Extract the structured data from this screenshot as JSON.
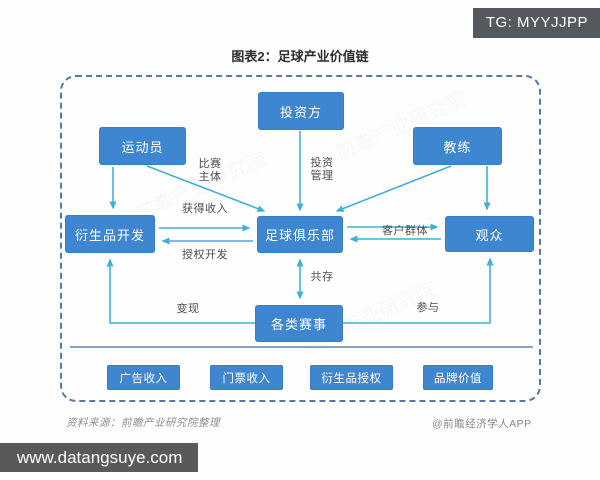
{
  "badge": {
    "text": "TG: MYYJJPP"
  },
  "title": "图表2：足球产业价值链",
  "diagram": {
    "nodes": {
      "investor": "投资方",
      "athlete": "运动员",
      "coach": "教练",
      "derivatives_dev": "衍生品开发",
      "football_club": "足球俱乐部",
      "audience": "观众",
      "events": "各类赛事",
      "ad_revenue": "广告收入",
      "ticket_revenue": "门票收入",
      "derivatives_licensing": "衍生品授权",
      "brand_value": "品牌价值"
    },
    "edge_labels": {
      "match_subject": "比赛主体",
      "investment_mgmt": "投资管理",
      "earn_income": "获得收入",
      "licensed_dev": "授权开发",
      "customer_group": "客户群体",
      "coexist": "共存",
      "monetize": "变现",
      "participate": "参与"
    },
    "colors": {
      "node_fill": "#3e86d0",
      "arrow": "#42b0d6",
      "dashed_border": "#5878a2",
      "separator_line": "#5c85ad"
    },
    "watermark": "前瞻产业研究院"
  },
  "footer": {
    "source": "资料来源：前瞻产业研究院整理",
    "credit": "@前瞻经济学人APP",
    "url_bar": "www.datangsuye.com"
  }
}
